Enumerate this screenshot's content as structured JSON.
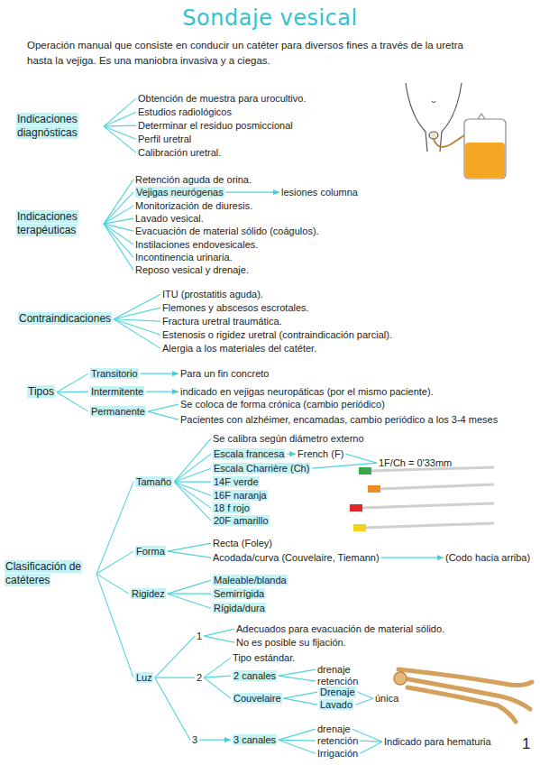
{
  "diagram": {
    "title": "Sondaje vesical",
    "nodes": [
      {
        "text": [
          "Indicaciones diagnósticas"
        ]
      },
      {
        "text": [
          "Obtención de muestra para urocultivo."
        ]
      },
      {
        "text": [
          "Estudios radiológicos"
        ]
      },
      {
        "text": [
          "Determinar el residuo posmiccional"
        ]
      },
      {
        "text": [
          "Perfil uretral"
        ]
      },
      {
        "text": [
          "Calibración uretral."
        ]
      },
      {
        "text": [
          "Indicaciones terapéuticas"
        ]
      },
      {
        "text": [
          "Retención aguda de orina."
        ]
      },
      {
        "text": [
          "Vejigas neurógenas"
        ]
      },
      {
        "text": [
          "lesiones columna"
        ]
      },
      {
        "text": [
          "Monitorización de diuresis."
        ]
      },
      {
        "text": [
          "Lavado vesical."
        ]
      },
      {
        "text": [
          "Evacuación de material sólido (coágulos)."
        ]
      },
      {
        "text": [
          "Instilaciones endovesicales."
        ]
      },
      {
        "text": [
          "Incontinencia urinaria."
        ]
      },
      {
        "text": [
          "Reposo vesical y drenaje."
        ]
      },
      {
        "text": [
          "Contraindicaciones"
        ]
      },
      {
        "text": [
          "ITU (prostatitis aguda)."
        ]
      },
      {
        "text": [
          "Flemones y abscesos escrotales."
        ]
      },
      {
        "text": [
          "Fractura uretral traumática."
        ]
      },
      {
        "text": [
          "Estenosis o rigidez uretral (contraindicación parcial)."
        ]
      },
      {
        "text": [
          "Alergia a los materiales del catéter."
        ]
      },
      {
        "text": [
          "Tipos"
        ]
      },
      {
        "text": [
          "Transitorio"
        ]
      },
      {
        "text": [
          "Para un fin concreto"
        ]
      },
      {
        "text": [
          "Intermitente"
        ]
      },
      {
        "text": [
          "indicado en vejigas neuropáticas (por el mismo paciente)."
        ]
      },
      {
        "text": [
          "Permanente"
        ]
      },
      {
        "text": [
          "Se coloca de forma crónica (cambio periódico)"
        ]
      },
      {
        "text": [
          "Pacientes con alzhéimer, encamadas, cambio periódico a los 3-4 meses"
        ]
      },
      {
        "text": [
          "Clasificación de catéteres"
        ]
      },
      {
        "text": [
          "Tamaño"
        ]
      },
      {
        "text": [
          "Se calibra según diámetro externo"
        ]
      },
      {
        "text": [
          "Escala francesa"
        ]
      },
      {
        "text": [
          "French (F)"
        ]
      },
      {
        "text": [
          "Escala Charrière (Ch)"
        ]
      },
      {
        "text": [
          "1F/Ch = 0'33mm"
        ]
      },
      {
        "text": [
          "14F verde"
        ]
      },
      {
        "text": [
          "16F naranja"
        ]
      },
      {
        "text": [
          "18 f rojo"
        ]
      },
      {
        "text": [
          "20F amarillo"
        ]
      },
      {
        "text": [
          "Forma"
        ]
      },
      {
        "text": [
          "Recta (Foley)"
        ]
      },
      {
        "text": [
          "Acodada/curva (Couvelaire, Tiemann)"
        ]
      },
      {
        "text": [
          "(Codo hacia arriba)"
        ]
      },
      {
        "text": [
          "Rigidez"
        ]
      },
      {
        "text": [
          "Maleable/blanda"
        ]
      },
      {
        "text": [
          "Semirrígida"
        ]
      },
      {
        "text": [
          "Rígida/dura"
        ]
      },
      {
        "text": [
          "Luz"
        ]
      },
      {
        "text": [
          "1"
        ]
      },
      {
        "text": [
          "Adecuados para evacuación de material sólido."
        ]
      },
      {
        "text": [
          "No es posible su fijación."
        ]
      },
      {
        "text": [
          "2"
        ]
      },
      {
        "text": [
          "Tipo estándar."
        ]
      },
      {
        "text": [
          "2 canales"
        ]
      },
      {
        "text": [
          "drenaje"
        ]
      },
      {
        "text": [
          "retención"
        ]
      },
      {
        "text": [
          "Couvelaire"
        ]
      },
      {
        "text": [
          "Drenaje"
        ]
      },
      {
        "text": [
          "Lavado"
        ]
      },
      {
        "text": [
          "única"
        ]
      },
      {
        "text": [
          "3"
        ]
      },
      {
        "text": [
          "3 canales"
        ]
      },
      {
        "text": [
          "drenaje"
        ]
      },
      {
        "text": [
          "retención"
        ]
      },
      {
        "text": [
          "Irrigación"
        ]
      },
      {
        "text": [
          "Indicado para hematuria"
        ]
      }
    ],
    "edges": [
      {
        "from": 0,
        "to": 1,
        "arrow": "none"
      },
      {
        "from": 0,
        "to": 2,
        "arrow": "none"
      },
      {
        "from": 0,
        "to": 3,
        "arrow": "none"
      },
      {
        "from": 0,
        "to": 4,
        "arrow": "none"
      },
      {
        "from": 0,
        "to": 5,
        "arrow": "none"
      },
      {
        "from": 6,
        "to": 7,
        "arrow": "none"
      },
      {
        "from": 6,
        "to": 8,
        "arrow": "none"
      },
      {
        "from": 8,
        "to": 9,
        "arrow": "to"
      },
      {
        "from": 6,
        "to": 10,
        "arrow": "none"
      },
      {
        "from": 6,
        "to": 11,
        "arrow": "none"
      },
      {
        "from": 6,
        "to": 12,
        "arrow": "none"
      },
      {
        "from": 6,
        "to": 13,
        "arrow": "none"
      },
      {
        "from": 6,
        "to": 14,
        "arrow": "none"
      },
      {
        "from": 6,
        "to": 15,
        "arrow": "none"
      },
      {
        "from": 16,
        "to": 17,
        "arrow": "none"
      },
      {
        "from": 16,
        "to": 18,
        "arrow": "none"
      },
      {
        "from": 16,
        "to": 19,
        "arrow": "none"
      },
      {
        "from": 16,
        "to": 20,
        "arrow": "none"
      },
      {
        "from": 16,
        "to": 21,
        "arrow": "none"
      },
      {
        "from": 22,
        "to": 23,
        "arrow": "none"
      },
      {
        "from": 22,
        "to": 25,
        "arrow": "none"
      },
      {
        "from": 22,
        "to": 27,
        "arrow": "none"
      },
      {
        "from": 23,
        "to": 24,
        "arrow": "to"
      },
      {
        "from": 25,
        "to": 26,
        "arrow": "to"
      },
      {
        "from": 27,
        "to": 28,
        "arrow": "none"
      },
      {
        "from": 27,
        "to": 29,
        "arrow": "none"
      },
      {
        "from": 30,
        "to": 31,
        "arrow": "none"
      },
      {
        "from": 30,
        "to": 41,
        "arrow": "none"
      },
      {
        "from": 30,
        "to": 45,
        "arrow": "none"
      },
      {
        "from": 30,
        "to": 49,
        "arrow": "none"
      },
      {
        "from": 31,
        "to": 32,
        "arrow": "none"
      },
      {
        "from": 31,
        "to": 33,
        "arrow": "none"
      },
      {
        "from": 31,
        "to": 35,
        "arrow": "none"
      },
      {
        "from": 31,
        "to": 37,
        "arrow": "none"
      },
      {
        "from": 31,
        "to": 38,
        "arrow": "none"
      },
      {
        "from": 31,
        "to": 39,
        "arrow": "none"
      },
      {
        "from": 31,
        "to": 40,
        "arrow": "none"
      },
      {
        "from": 33,
        "to": 34,
        "arrow": "to"
      },
      {
        "from": 34,
        "to": 36,
        "arrow": "none"
      },
      {
        "from": 35,
        "to": 36,
        "arrow": "none"
      },
      {
        "from": 41,
        "to": 42,
        "arrow": "none"
      },
      {
        "from": 41,
        "to": 43,
        "arrow": "none"
      },
      {
        "from": 43,
        "to": 44,
        "arrow": "to"
      },
      {
        "from": 45,
        "to": 46,
        "arrow": "none"
      },
      {
        "from": 45,
        "to": 47,
        "arrow": "none"
      },
      {
        "from": 45,
        "to": 48,
        "arrow": "none"
      },
      {
        "from": 49,
        "to": 50,
        "arrow": "none"
      },
      {
        "from": 49,
        "to": 53,
        "arrow": "none"
      },
      {
        "from": 49,
        "to": 62,
        "arrow": "none"
      },
      {
        "from": 50,
        "to": 51,
        "arrow": "none"
      },
      {
        "from": 50,
        "to": 52,
        "arrow": "none"
      },
      {
        "from": 53,
        "to": 54,
        "arrow": "none"
      },
      {
        "from": 53,
        "to": 55,
        "arrow": "none"
      },
      {
        "from": 53,
        "to": 58,
        "arrow": "none"
      },
      {
        "from": 55,
        "to": 56,
        "arrow": "none"
      },
      {
        "from": 55,
        "to": 57,
        "arrow": "none"
      },
      {
        "from": 58,
        "to": 59,
        "arrow": "none"
      },
      {
        "from": 58,
        "to": 60,
        "arrow": "none"
      },
      {
        "from": 59,
        "to": 61,
        "arrow": "none"
      },
      {
        "from": 60,
        "to": 61,
        "arrow": "none"
      },
      {
        "from": 62,
        "to": 63,
        "arrow": "to"
      },
      {
        "from": 63,
        "to": 64,
        "arrow": "none"
      },
      {
        "from": 63,
        "to": 65,
        "arrow": "none"
      },
      {
        "from": 63,
        "to": 66,
        "arrow": "none"
      },
      {
        "from": 64,
        "to": 67,
        "arrow": "none"
      },
      {
        "from": 65,
        "to": 67,
        "arrow": "none"
      },
      {
        "from": 66,
        "to": 67,
        "arrow": "none"
      }
    ],
    "labels": [
      "Operación manual que consiste en conducir un catéter para diversos fines a través de la uretra hasta la vejiga. Es una maniobra invasiva y a ciegas.",
      "1"
    ]
  }
}
